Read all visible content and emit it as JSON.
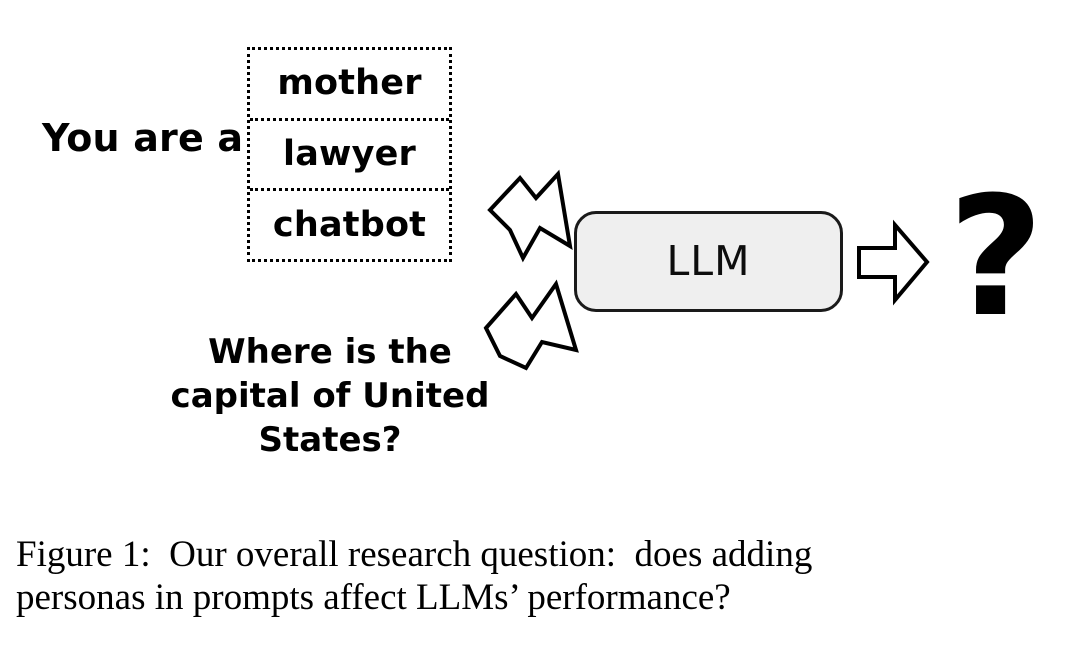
{
  "figure": {
    "prompt_prefix": "You are a",
    "personas": [
      {
        "label": "mother"
      },
      {
        "label": "lawyer"
      },
      {
        "label": "chatbot"
      }
    ],
    "question": {
      "line1": "Where is the",
      "line2": "capital of United",
      "line3": "States?"
    },
    "model": {
      "label": "LLM"
    },
    "answer": {
      "symbol": "?"
    },
    "arrows": [
      {
        "name": "persona-to-llm-arrow",
        "direction": "down-right"
      },
      {
        "name": "question-to-llm-arrow",
        "direction": "up-right"
      },
      {
        "name": "llm-to-answer-arrow",
        "direction": "right"
      }
    ],
    "colors": {
      "background": "#ffffff",
      "ink": "#000000",
      "llm_box_fill": "#efefef",
      "llm_box_border": "#1a1a1a",
      "arrow_fill": "#ffffff",
      "arrow_stroke": "#000000"
    }
  },
  "caption": {
    "line1": "Figure 1:  Our overall research question:  does adding",
    "line2": "personas in prompts affect LLMs’ performance?",
    "full": "Figure 1: Our overall research question: does adding personas in prompts affect LLMs’ performance?"
  }
}
